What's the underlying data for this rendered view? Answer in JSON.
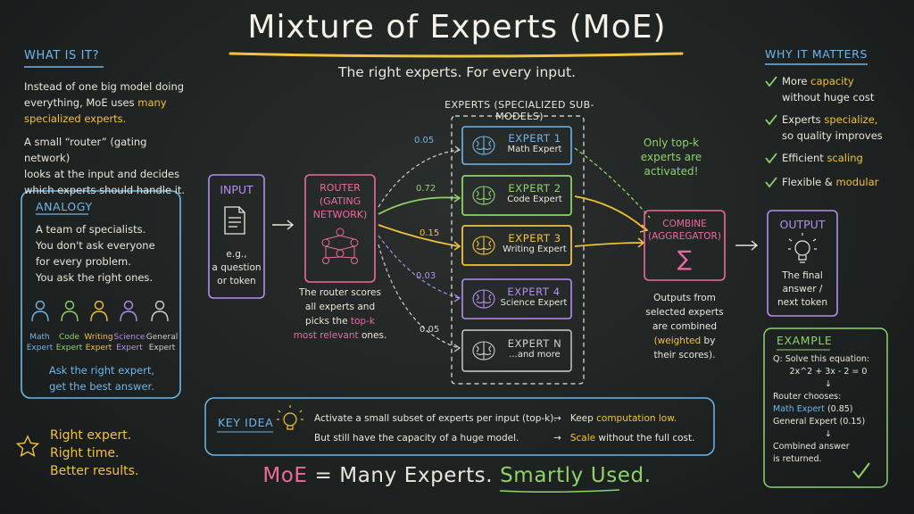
{
  "title": "Mixture of Experts (MoE)",
  "subtitle": "The right experts. For every input.",
  "what": {
    "heading": "WHAT IS IT?",
    "p1a": "Instead of one big model doing",
    "p1b": "everything, MoE uses",
    "p1c": "many",
    "p1d": "specialized experts.",
    "p2a": "A small “router” (gating network)",
    "p2b": "looks at the input and decides",
    "p2c": "which experts should handle it."
  },
  "analogy": {
    "heading": "ANALOGY",
    "lines": [
      "A team of specialists.",
      "You don't ask everyone",
      "for every problem.",
      "You ask the right ones."
    ],
    "people": [
      {
        "l1": "Math",
        "l2": "Expert",
        "color": "#6fb6ea"
      },
      {
        "l1": "Code",
        "l2": "Expert",
        "color": "#8ed36a"
      },
      {
        "l1": "Writing",
        "l2": "Expert",
        "color": "#f2c23a"
      },
      {
        "l1": "Science",
        "l2": "Expert",
        "color": "#b48ef0"
      },
      {
        "l1": "General",
        "l2": "Expert",
        "color": "#cfcfcf"
      }
    ],
    "tag1": "Ask the right expert,",
    "tag2": "get the best answer."
  },
  "star": {
    "l1": "Right expert.",
    "l2": "Right time.",
    "l3": "Better results."
  },
  "input": {
    "label": "INPUT",
    "l1": "e.g.,",
    "l2": "a question",
    "l3": "or token"
  },
  "router": {
    "l1": "ROUTER",
    "l2": "(GATING",
    "l3": "NETWORK)",
    "c1": "The router scores",
    "c2": "all experts and",
    "c3": "picks the",
    "c4": "top-k",
    "c5": "most relevant",
    "c6": "ones."
  },
  "experts_heading": "EXPERTS (SPECIALIZED SUB-MODELS)",
  "experts": [
    {
      "title": "EXPERT 1",
      "sub": "Math Expert",
      "score": "0.05",
      "color": "#6fb6ea"
    },
    {
      "title": "EXPERT 2",
      "sub": "Code Expert",
      "score": "0.72",
      "color": "#8ed36a"
    },
    {
      "title": "EXPERT 3",
      "sub": "Writing Expert",
      "score": "0.15",
      "color": "#f2c23a"
    },
    {
      "title": "EXPERT 4",
      "sub": "Science Expert",
      "score": "0.03",
      "color": "#b48ef0"
    },
    {
      "title": "EXPERT N",
      "sub": "...and more",
      "score": "0.05",
      "color": "#cfcfcf"
    }
  ],
  "topk_note": {
    "l1": "Only top-k",
    "l2": "experts are",
    "l3": "activated!"
  },
  "combine": {
    "l1": "COMBINE",
    "l2": "(AGGREGATOR)",
    "sym": "∑",
    "c1": "Outputs from",
    "c2": "selected experts",
    "c3": "are combined",
    "c4": "(weighted",
    "c5": "by",
    "c6": "their scores)."
  },
  "output": {
    "label": "OUTPUT",
    "l1": "The final",
    "l2": "answer /",
    "l3": "next token"
  },
  "why": {
    "heading": "WHY IT MATTERS",
    "i1a": "More",
    "i1b": "capacity",
    "i1c": "without huge cost",
    "i2a": "Experts",
    "i2b": "specialize,",
    "i2c": "so quality improves",
    "i3a": "Efficient",
    "i3b": "scaling",
    "i4a": "Flexible &",
    "i4b": "modular"
  },
  "example": {
    "heading": "EXAMPLE",
    "q1": "Q: Solve this equation:",
    "q2": "2x^2 + 3x - 2 = 0",
    "arrow": "↓",
    "r1": "Router chooses:",
    "r2": "Math Expert",
    "r2s": "(0.85)",
    "r3": "General Expert (0.15)",
    "f1": "Combined answer",
    "f2": "is returned."
  },
  "keyidea": {
    "heading": "KEY IDEA",
    "l1": "Activate a small subset of experts per input (top-k).",
    "a1": "→",
    "r1a": "Keep",
    "r1b": "computation low.",
    "l2": "But still have the capacity of a huge model.",
    "a2": "→",
    "r2a": "Scale",
    "r2b": "without the full cost."
  },
  "footer": {
    "a": "MoE",
    "b": "=",
    "c": "Many Experts.",
    "d": "Smartly Used."
  }
}
